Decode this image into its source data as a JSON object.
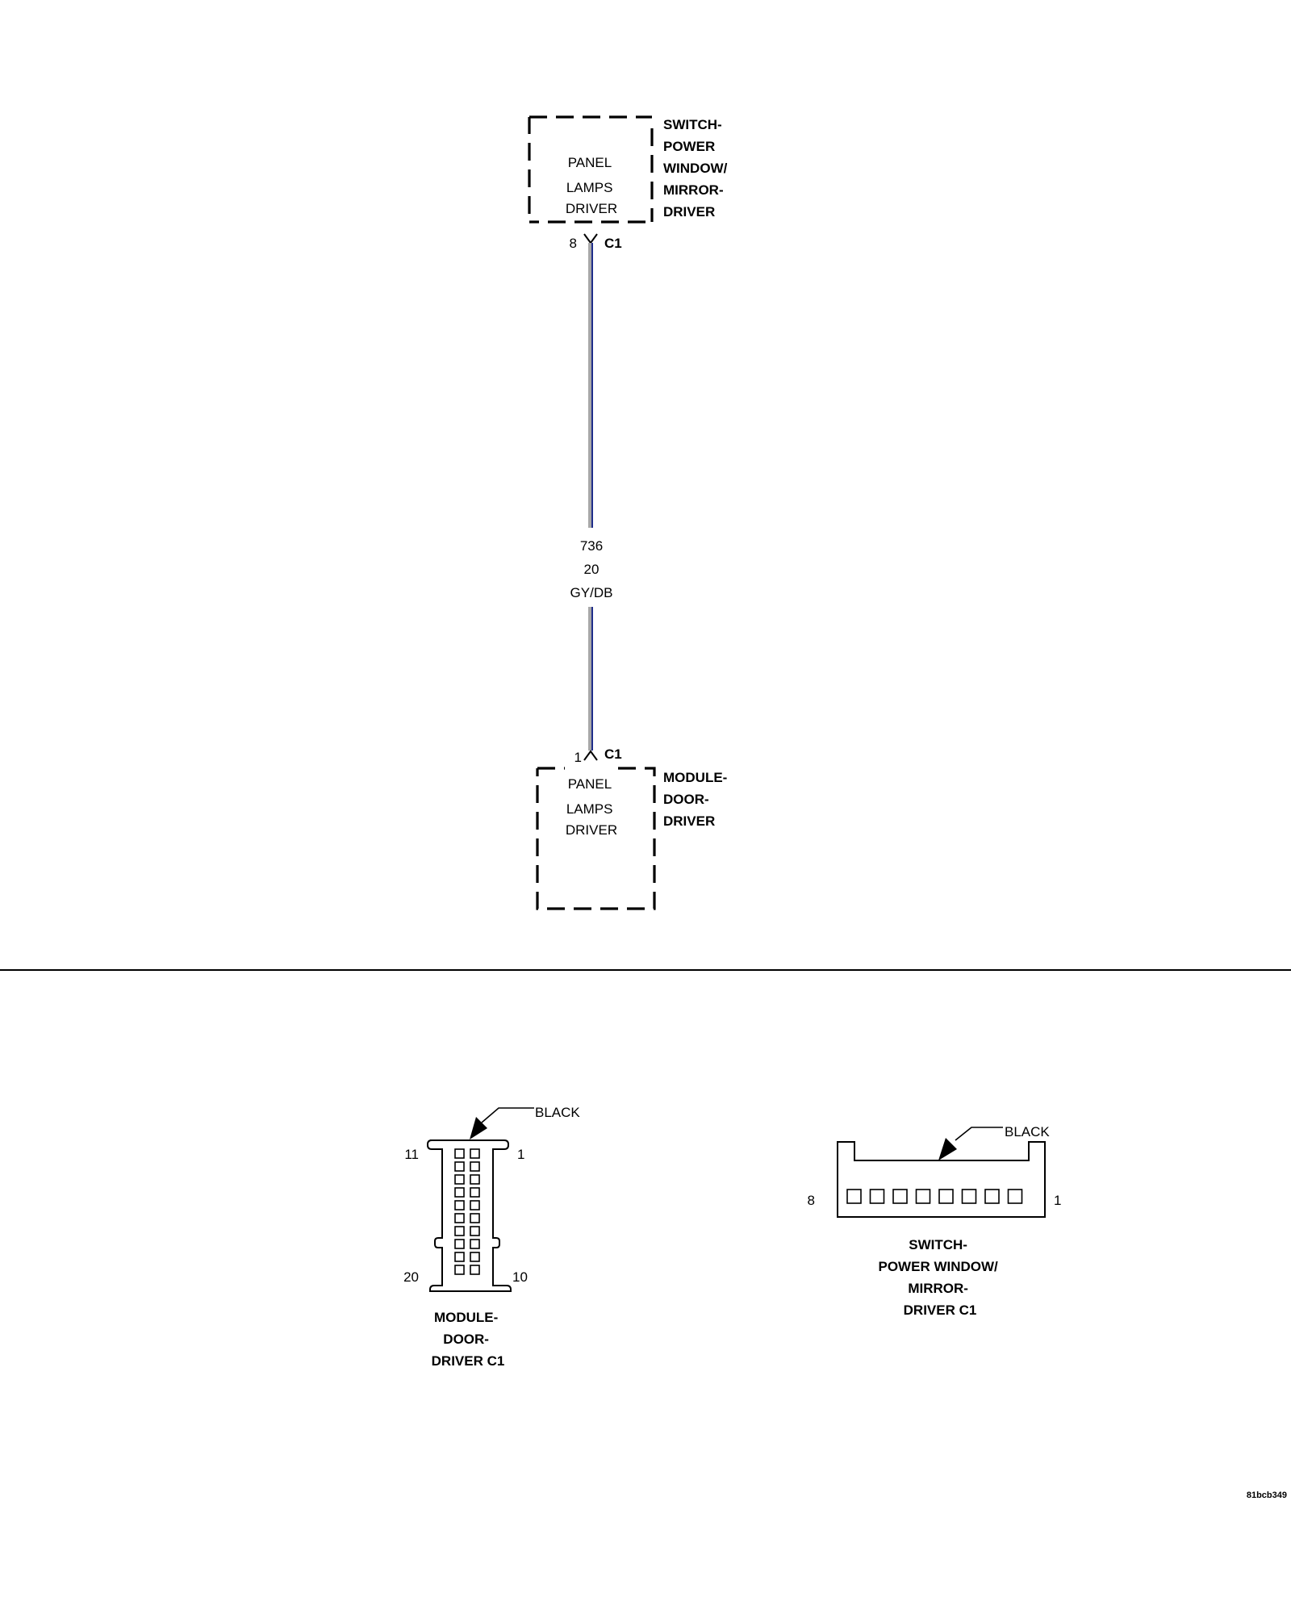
{
  "switch_component": {
    "name_lines": [
      "SWITCH-",
      "POWER",
      "WINDOW/",
      "MIRROR-",
      "DRIVER"
    ],
    "circuit_lines": [
      "PANEL",
      "LAMPS",
      "DRIVER"
    ],
    "pin": "8",
    "connector": "C1"
  },
  "module_component": {
    "name_lines": [
      "MODULE-",
      "DOOR-",
      "DRIVER"
    ],
    "circuit_lines": [
      "PANEL",
      "LAMPS",
      "DRIVER"
    ],
    "pin": "1",
    "connector": "C1"
  },
  "wire": {
    "circuit": "736",
    "gauge": "20",
    "color_code": "GY/DB",
    "stripe_colors": [
      "#a8a8a8",
      "#1f2d8a"
    ]
  },
  "module_connector_view": {
    "color_label": "BLACK",
    "pin_top_left": "11",
    "pin_top_right": "1",
    "pin_bottom_left": "20",
    "pin_bottom_right": "10",
    "caption_lines": [
      "MODULE-",
      "DOOR-",
      "DRIVER C1"
    ]
  },
  "switch_connector_view": {
    "color_label": "BLACK",
    "pin_left": "8",
    "pin_right": "1",
    "caption_lines": [
      "SWITCH-",
      "POWER WINDOW/",
      "MIRROR-",
      "DRIVER C1"
    ]
  },
  "diagram_id": "81bcb349"
}
